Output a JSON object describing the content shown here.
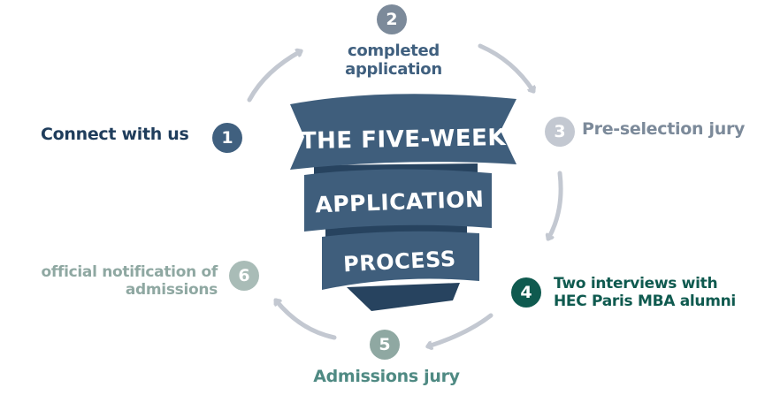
{
  "colors": {
    "navy": "#40607f",
    "dark_navy": "#1f3d5c",
    "gray": "#7c8a9a",
    "teal": "#0f5a4f",
    "sage": "#8fa8a2",
    "ribbon": "#3f5e7c",
    "ribbon_shadow": "#27435f",
    "arrow": "#c3c8d1"
  },
  "center": {
    "line1": "THE FIVE-WEEK",
    "line2": "APPLICATION",
    "line3": "PROCESS"
  },
  "steps": [
    {
      "number": "1",
      "label_lines": [
        "Connect with us"
      ]
    },
    {
      "number": "2",
      "label_lines": [
        "completed",
        "application"
      ]
    },
    {
      "number": "3",
      "label_lines": [
        "Pre-selection jury"
      ]
    },
    {
      "number": "4",
      "label_lines": [
        "Two interviews with",
        "HEC Paris MBA alumni"
      ]
    },
    {
      "number": "5",
      "label_lines": [
        "Admissions jury"
      ]
    },
    {
      "number": "6",
      "label_lines": [
        "official notification of",
        "admissions"
      ]
    }
  ]
}
